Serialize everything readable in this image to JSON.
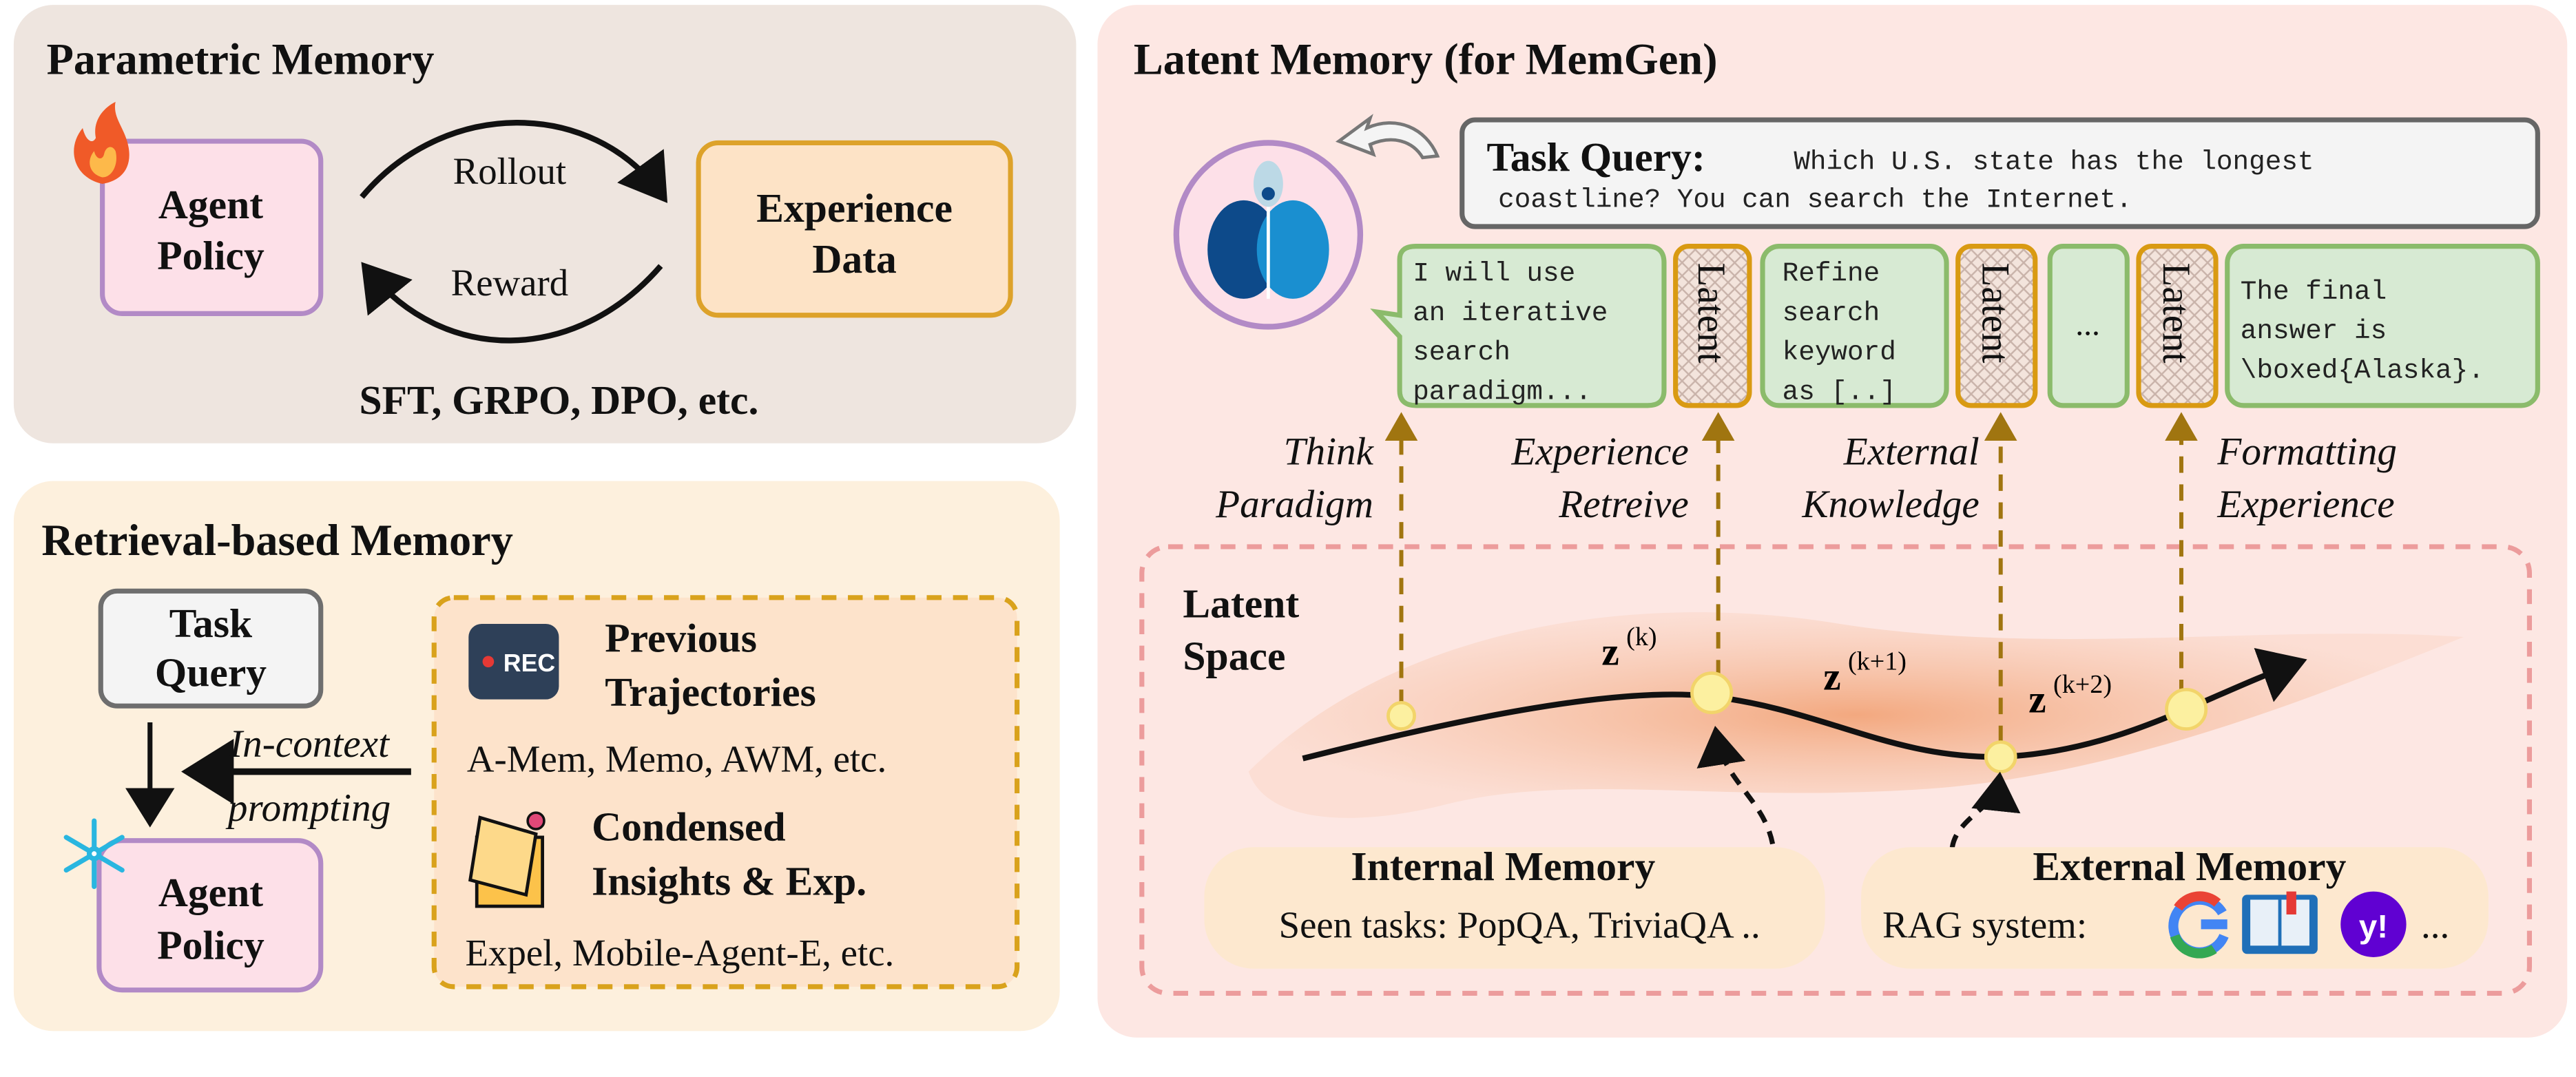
{
  "parametric": {
    "title": "Parametric Memory",
    "agent_policy": [
      "Agent",
      "Policy"
    ],
    "experience_data": [
      "Experience",
      "Data"
    ],
    "rollout": "Rollout",
    "reward": "Reward",
    "methods": "SFT, GRPO, DPO, etc.",
    "icons": [
      "fire-icon"
    ]
  },
  "retrieval": {
    "title": "Retrieval-based Memory",
    "task_query": [
      "Task",
      "Query"
    ],
    "agent_policy": [
      "Agent",
      "Policy"
    ],
    "arrow_label": [
      "In-context",
      "prompting"
    ],
    "previous": [
      "Previous",
      "Trajectories"
    ],
    "previous_examples": "A-Mem, Memo, AWM, etc.",
    "condensed": [
      "Condensed",
      "Insights & Exp."
    ],
    "condensed_examples": "Expel, Mobile-Agent-E, etc.",
    "icons": [
      "snowflake-icon",
      "rec-icon",
      "sticky-note-icon"
    ]
  },
  "latent": {
    "title": "Latent Memory (for MemGen)",
    "task_query_label": "Task Query:",
    "task_query_text": [
      "Which U.S. state has the longest",
      "coastline? You can search the Internet."
    ],
    "bubble1": [
      "I will use",
      "an iterative",
      "search",
      "paradigm..."
    ],
    "bubble2": [
      "Refine",
      "search",
      "keyword",
      "as [..]"
    ],
    "bubble3": [
      "The final",
      "answer is",
      "\\boxed{Alaska}."
    ],
    "latent_token": "Latent",
    "ellipsis": "...",
    "labels": {
      "think": [
        "Think",
        "Paradigm"
      ],
      "experience": [
        "Experience",
        "Retreive"
      ],
      "external": [
        "External",
        "Knowledge"
      ],
      "formatting": [
        "Formatting",
        "Experience"
      ]
    },
    "latent_space": [
      "Latent",
      "Space"
    ],
    "z_labels": [
      "(k)",
      "(k+1)",
      "(k+2)"
    ],
    "z_symbol": "z",
    "internal_memory": {
      "title": "Internal Memory",
      "text": "Seen tasks: PopQA, TriviaQA .."
    },
    "external_memory": {
      "title": "External Memory",
      "text": "RAG system:",
      "more": "..."
    },
    "icons": [
      "brain-icon",
      "google-icon",
      "book-icon",
      "yahoo-icon"
    ]
  },
  "colors": {
    "parametric_bg": "#eee5df",
    "retrieval_bg": "#fdf0dd",
    "latent_bg": "#fde7e3",
    "policy_fill": "#fde0e8",
    "policy_stroke": "#b28ac6",
    "experience_fill": "#fde3c6",
    "experience_stroke": "#dda22a",
    "bubble_fill": "#d7ead3",
    "bubble_stroke": "#8bbb6b",
    "latent_stroke": "#d99a12",
    "arrow_gold": "#a07510",
    "dash_pink": "#ec9c9c"
  }
}
